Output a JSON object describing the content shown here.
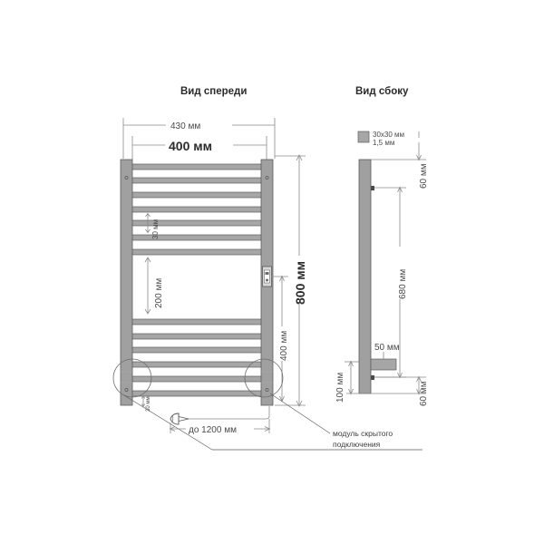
{
  "views": {
    "front_title": "Вид спереди",
    "side_title": "Вид сбоку"
  },
  "front_dims": {
    "outer_width": "430 мм",
    "inner_width": "400 мм",
    "total_height": "800 мм",
    "lower_height": "400 мм",
    "bar_gap": "30 мм",
    "shelf_gap": "200 мм",
    "foot_offset": "30 мм",
    "cable_length": "до 1200 мм"
  },
  "side_dims": {
    "profile": "30x30 мм",
    "thickness": "1,5 мм",
    "top_offset": "60 мм",
    "body_height": "680 мм",
    "bracket_depth": "50 мм",
    "bottom_offset": "100 мм",
    "bottom_offset2": "60 мм"
  },
  "annotations": {
    "hidden_module_line1": "модуль скрытого",
    "hidden_module_line2": "подключения"
  },
  "colors": {
    "metal": "#a6a6a6",
    "outline": "#5a5a5a",
    "dim_line": "#8a8a8a",
    "text": "#3c3c3c"
  },
  "icons": {
    "plug": "plug-icon",
    "swatch": "profile-swatch-icon",
    "module": "connection-module-icon"
  }
}
